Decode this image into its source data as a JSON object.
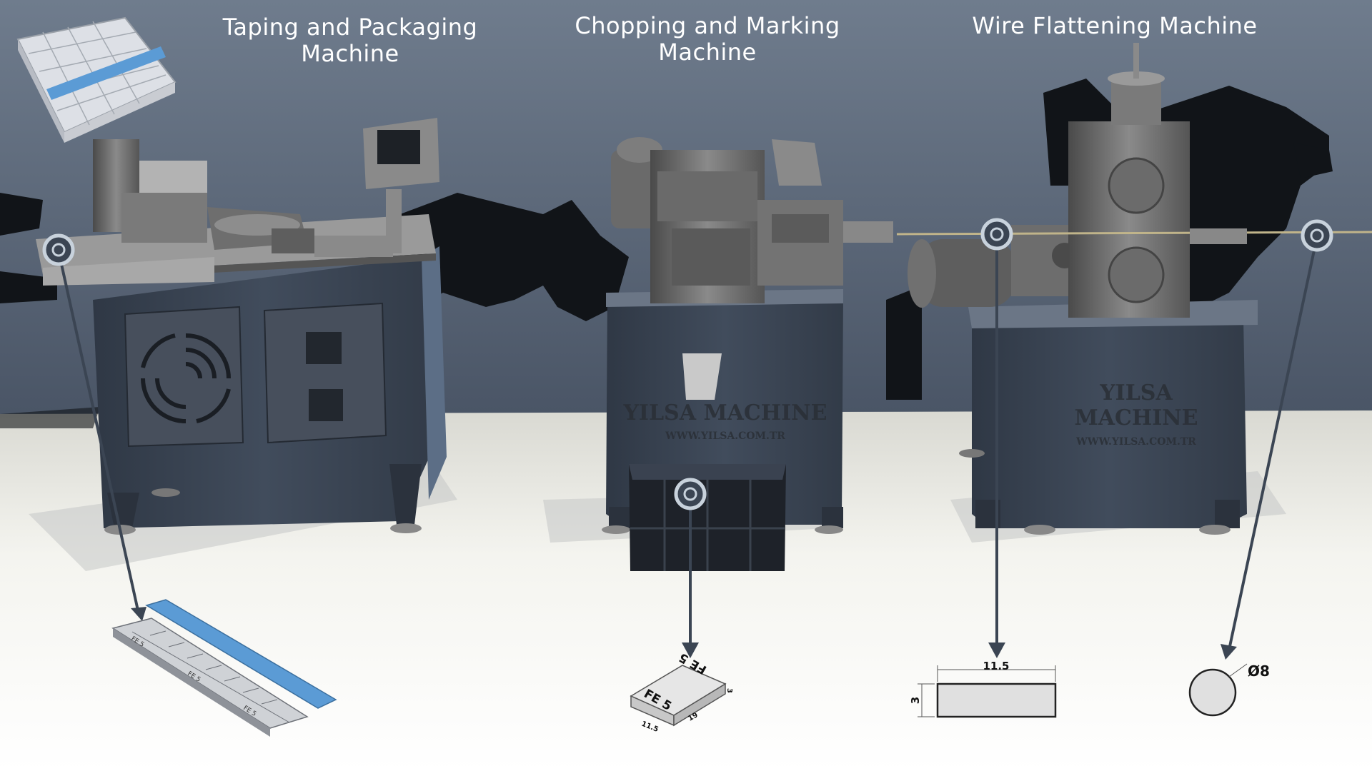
{
  "machines": [
    {
      "title_line1": "Taping and Packaging",
      "title_line2": "Machine"
    },
    {
      "title_line1": "Chopping and Marking",
      "title_line2": "Machine"
    },
    {
      "title_line1": "Wire Flattening Machine",
      "title_line2": ""
    }
  ],
  "branding": {
    "center_name": "YILSA MACHINE",
    "center_url": "WWW.YILSA.COM.TR",
    "right_line1": "YILSA",
    "right_line2": "MACHINE",
    "right_url": "WWW.YILSA.COM.TR"
  },
  "products": {
    "strip_label": "FE 5",
    "block_label": "FE 5",
    "block_dims": {
      "width": "11.5",
      "length": "19",
      "height": "3"
    },
    "flat_dims": {
      "width": "11.5",
      "height": "3"
    },
    "wire_diameter": "Ø8"
  },
  "colors": {
    "wall": "#5a6778",
    "floor": "#efefe8",
    "cabinet": "#3b4553",
    "tape": "#5b9bd5",
    "arrow": "#3b4553",
    "marker_ring": "#c8d2dc"
  },
  "icons": [
    "marker-ring-icon",
    "arrow-down-icon"
  ]
}
